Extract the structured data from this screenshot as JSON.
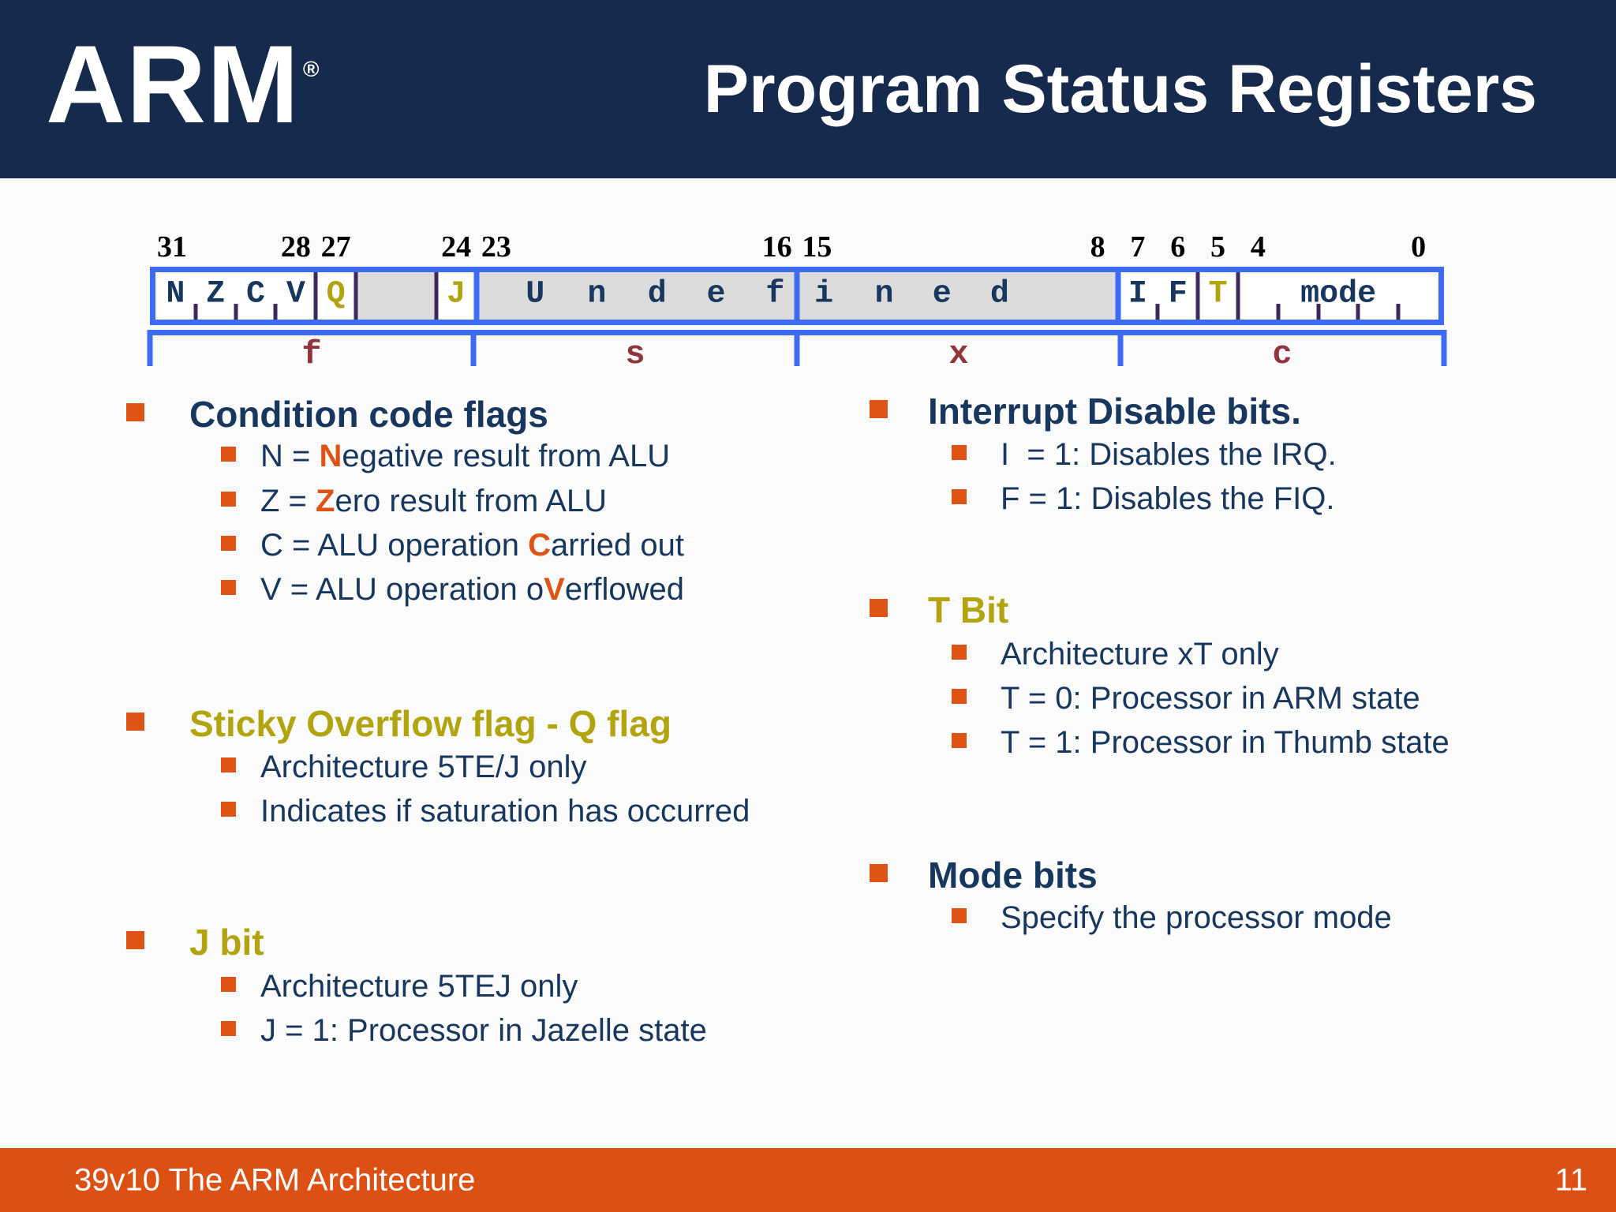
{
  "colors": {
    "header_bg": "#152A4C",
    "slide_bg": "#FBFBFB",
    "navy": "#17375E",
    "orange": "#DF5415",
    "olive": "#B1A40F",
    "maroon": "#8F353B",
    "blue": "#3E6BF3",
    "purple": "#3C2A5E",
    "gray_cell": "#DCDCDC",
    "footer_bg": "#DD5013"
  },
  "header": {
    "logo": "ARM",
    "registered_mark": "®",
    "title": "Program Status Registers"
  },
  "register": {
    "bit_labels": [
      {
        "text": "31",
        "bit": 31
      },
      {
        "text": "28",
        "bit": 28
      },
      {
        "text": "27",
        "bit": 27
      },
      {
        "text": "24",
        "bit": 24
      },
      {
        "text": "23",
        "bit": 23
      },
      {
        "text": "16",
        "bit": 16
      },
      {
        "text": "15",
        "bit": 15
      },
      {
        "text": "8",
        "bit": 8
      },
      {
        "text": "7",
        "bit": 7
      },
      {
        "text": "6",
        "bit": 6
      },
      {
        "text": "5",
        "bit": 5
      },
      {
        "text": "4",
        "bit": 4
      },
      {
        "text": "0",
        "bit": 0
      }
    ],
    "flag_letters": [
      {
        "ch": "N",
        "bit": 31,
        "color": "navy"
      },
      {
        "ch": "Z",
        "bit": 30,
        "color": "navy"
      },
      {
        "ch": "C",
        "bit": 29,
        "color": "navy"
      },
      {
        "ch": "V",
        "bit": 28,
        "color": "navy"
      },
      {
        "ch": "Q",
        "bit": 27,
        "color": "olive"
      },
      {
        "ch": "J",
        "bit": 24,
        "color": "olive"
      },
      {
        "ch": "I",
        "bit": 7,
        "color": "navy"
      },
      {
        "ch": "F",
        "bit": 6,
        "color": "navy"
      },
      {
        "ch": "T",
        "bit": 5,
        "color": "olive"
      }
    ],
    "undefined_letters": [
      "U",
      "n",
      "d",
      "e",
      "f",
      "i",
      "n",
      "e",
      "d"
    ],
    "mode_label": "mode",
    "byte_labels": [
      "f",
      "s",
      "x",
      "c"
    ]
  },
  "bullets": {
    "left": [
      {
        "heading": "Condition code flags",
        "heading_color": "navy",
        "items": [
          {
            "parts": [
              {
                "t": "N = "
              },
              {
                "t": "N",
                "hl": true
              },
              {
                "t": "egative result from ALU"
              }
            ]
          },
          {
            "parts": [
              {
                "t": "Z = "
              },
              {
                "t": "Z",
                "hl": true
              },
              {
                "t": "ero result from ALU"
              }
            ]
          },
          {
            "parts": [
              {
                "t": "C = ALU operation "
              },
              {
                "t": "C",
                "hl": true
              },
              {
                "t": "arried out"
              }
            ]
          },
          {
            "parts": [
              {
                "t": "V = ALU operation o"
              },
              {
                "t": "V",
                "hl": true
              },
              {
                "t": "erflowed"
              }
            ]
          }
        ]
      },
      {
        "heading": "Sticky Overflow flag - Q flag",
        "heading_color": "olive",
        "items": [
          {
            "parts": [
              {
                "t": "Architecture 5TE/J only"
              }
            ]
          },
          {
            "parts": [
              {
                "t": "Indicates if saturation has occurred"
              }
            ]
          }
        ]
      },
      {
        "heading": "J bit",
        "heading_color": "olive",
        "items": [
          {
            "parts": [
              {
                "t": "Architecture 5TEJ only"
              }
            ]
          },
          {
            "parts": [
              {
                "t": "J = 1: Processor in Jazelle state"
              }
            ]
          }
        ]
      }
    ],
    "right": [
      {
        "heading": "Interrupt Disable bits.",
        "heading_color": "navy",
        "items": [
          {
            "parts": [
              {
                "t": "I  = 1: Disables the IRQ."
              }
            ]
          },
          {
            "parts": [
              {
                "t": "F = 1: Disables the FIQ."
              }
            ]
          }
        ]
      },
      {
        "heading": "T Bit",
        "heading_color": "olive",
        "items": [
          {
            "parts": [
              {
                "t": "Architecture xT only"
              }
            ]
          },
          {
            "parts": [
              {
                "t": "T = 0: Processor in ARM state"
              }
            ]
          },
          {
            "parts": [
              {
                "t": "T = 1: Processor in Thumb state"
              }
            ]
          }
        ]
      },
      {
        "heading": "Mode bits",
        "heading_color": "navy",
        "items": [
          {
            "parts": [
              {
                "t": "Specify the processor mode"
              }
            ]
          }
        ]
      }
    ]
  },
  "footer": {
    "course": "39v10 The ARM Architecture",
    "page": "11"
  }
}
